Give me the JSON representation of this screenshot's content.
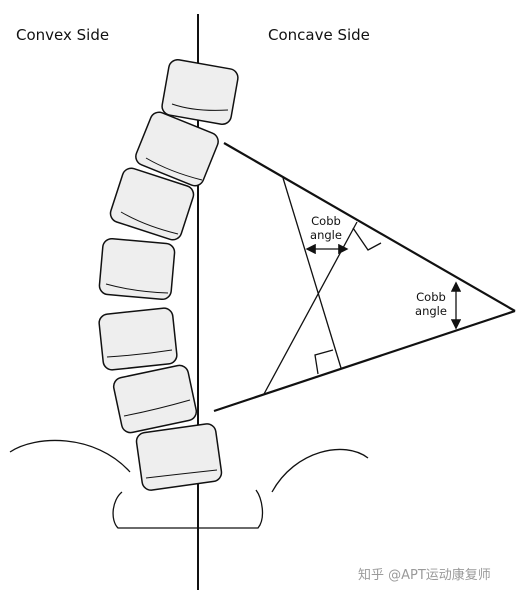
{
  "labels": {
    "convex_side": "Convex Side",
    "concave_side": "Concave Side",
    "cobb_angle_inner": "Cobb angle",
    "cobb_angle_outer": "Cobb angle"
  },
  "watermark": "知乎 @APT运动康复师",
  "colors": {
    "line": "#111111",
    "vertebra_fill": "#eeeeee",
    "background": "#ffffff"
  }
}
